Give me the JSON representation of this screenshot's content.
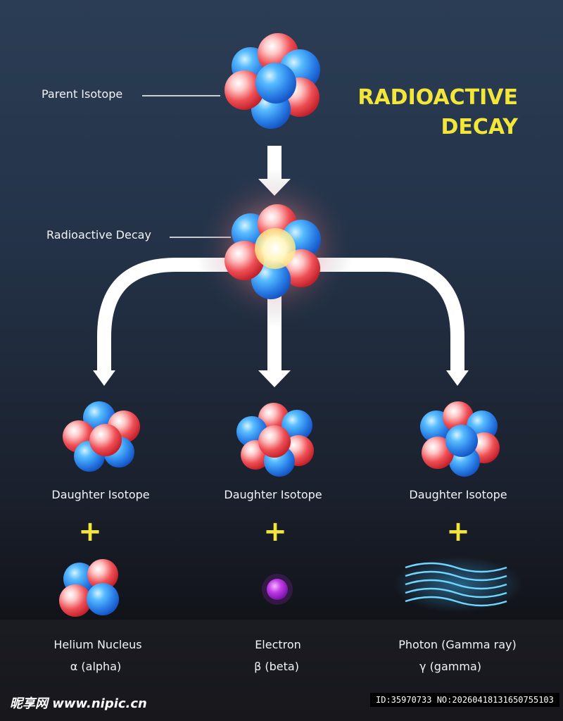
{
  "title_lines": [
    "RADIOACTIVE",
    "DECAY"
  ],
  "labels": {
    "parent": "Parent Isotope",
    "decay": "Radioactive Decay",
    "daughter": [
      "Daughter Isotope",
      "Daughter Isotope",
      "Daughter Isotope"
    ]
  },
  "plus_sign": "+",
  "products": [
    {
      "name": "Helium Nucleus",
      "symbol": "α (alpha)"
    },
    {
      "name": "Electron",
      "symbol": "β (beta)"
    },
    {
      "name": "Photon (Gamma ray)",
      "symbol": "γ (gamma)"
    }
  ],
  "watermark": {
    "site": "昵享网 www.nipic.cn",
    "id_text": "ID:35970733 NO:20260418131650755103"
  },
  "colors": {
    "title": "#f2e63a",
    "proton": "#e8434a",
    "neutron": "#2f86e8",
    "electron": "#a826d6",
    "photon": "#4ec9ff",
    "arrow": "#ffffff"
  }
}
